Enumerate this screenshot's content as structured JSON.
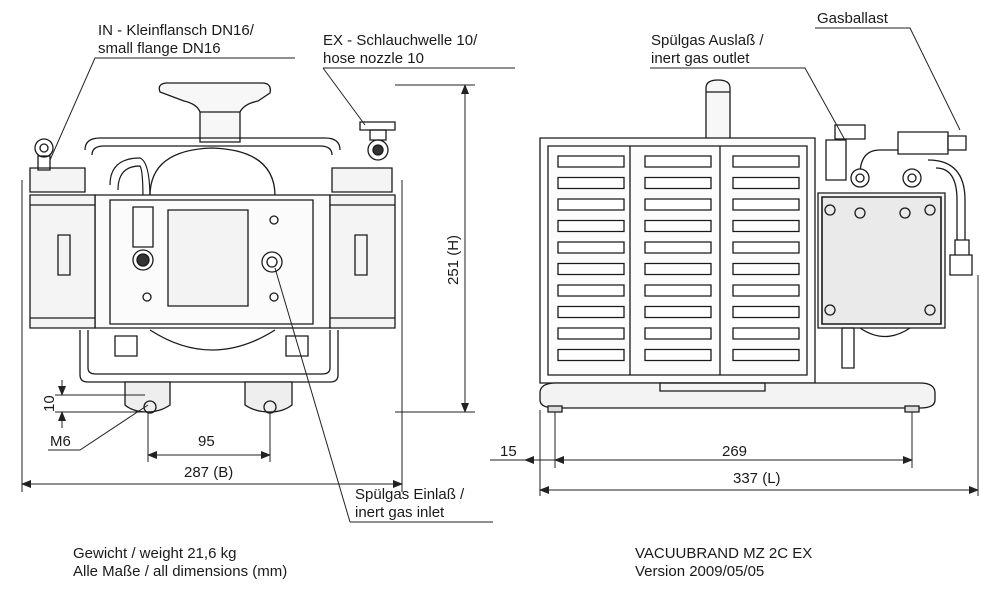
{
  "callouts": {
    "inlet": [
      "IN - Kleinflansch DN16/",
      "small flange DN16"
    ],
    "exhaust": [
      "EX - Schlauchwelle 10/",
      "hose nozzle 10"
    ],
    "purge_outlet": [
      "Spülgas Auslaß /",
      "inert gas outlet"
    ],
    "gas_ballast": "Gasballast",
    "purge_inlet": [
      "Spülgas Einlaß /",
      "inert gas inlet"
    ]
  },
  "dimensions": {
    "height": "251 (H)",
    "foot_height": "10",
    "thread": "M6",
    "foot_spacing_front": "95",
    "width": "287 (B)",
    "overhang": "15",
    "foot_spacing_side": "269",
    "length": "337 (L)"
  },
  "footer": {
    "weight": "Gewicht / weight 21,6 kg",
    "units": "Alle Maße / all dimensions (mm)",
    "model": "VACUUBRAND MZ 2C EX",
    "version": "Version 2009/05/05"
  }
}
